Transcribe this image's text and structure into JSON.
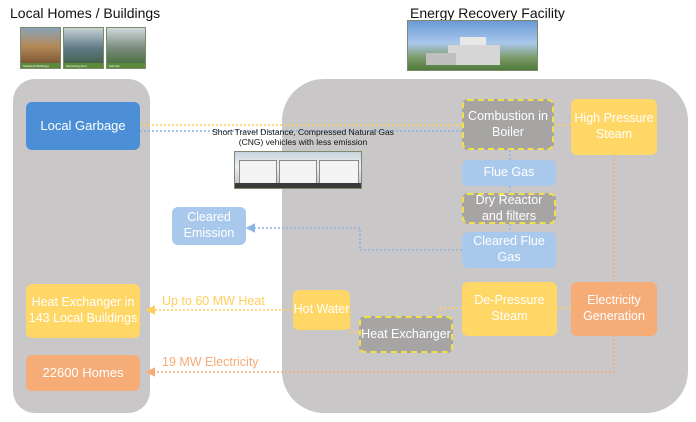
{
  "titles": {
    "left": "Local Homes / Buildings",
    "right": "Energy Recovery Facility"
  },
  "boxes": {
    "local_garbage": "Local Garbage",
    "combustion": "Combustion in Boiler",
    "hp_steam": "High Pressure Steam",
    "flue_gas": "Flue Gas",
    "dry_reactor": "Dry Reactor and filters",
    "cleared_emission": "Cleared Emission",
    "cleared_flue_gas": "Cleared Flue Gas",
    "heat_exchanger_buildings": "Heat Exchanger in 143 Local Buildings",
    "hot_water": "Hot Water",
    "depressure_steam": "De-Pressure Steam",
    "electricity_generation": "Electricity Generation",
    "heat_exchanger": "Heat Exchanger",
    "homes": "22600 Homes"
  },
  "flows": {
    "heat": "Up to 60 MW Heat",
    "electricity": "19 MW Electricity"
  },
  "notes": {
    "transport": "Short Travel Distance, Compressed Natural Gas (CNG) vehicles with less emission"
  },
  "thumbnails": [
    {
      "caption": "Sheltered Buildings"
    },
    {
      "caption": "Swimming Pool"
    },
    {
      "caption": "Schools"
    }
  ],
  "colors": {
    "dark_blue": "#4c8fd6",
    "light_blue": "#a9c9ec",
    "yellow": "#ffd766",
    "orange": "#f6ac76",
    "grey": "#a7a4a4",
    "panel": "#c9c7c7",
    "dashed_border": "#f1e04a"
  }
}
